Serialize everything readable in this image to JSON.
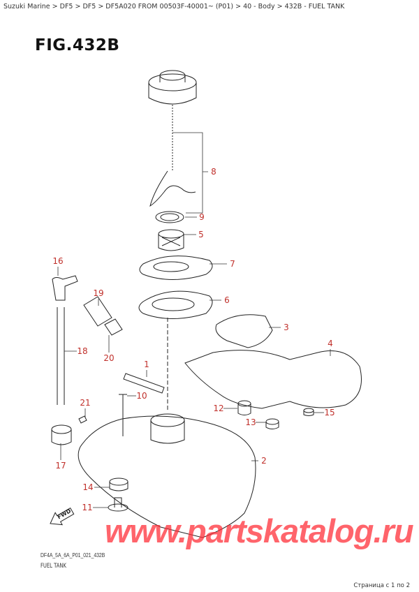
{
  "breadcrumb": "Suzuki Marine > DF5 > DF5 > DF5A020 FROM 00503F-40001~ (P01) > 40 - Body > 432B - FUEL TANK",
  "figure_title": "FIG.432B",
  "callouts": [
    "8",
    "9",
    "5",
    "7",
    "6",
    "3",
    "4",
    "16",
    "19",
    "18",
    "20",
    "1",
    "10",
    "12",
    "15",
    "13",
    "21",
    "17",
    "2",
    "14",
    "11"
  ],
  "fwd_label": "FWD",
  "watermark": "www.partskatalog.ru",
  "footer": {
    "code": "DF4A_5A_6A_P01_021_432B",
    "title": "FUEL TANK",
    "page": "Страница с 1 по 2"
  },
  "colors": {
    "callout": "#c0302b",
    "watermark": "#ff2832"
  }
}
